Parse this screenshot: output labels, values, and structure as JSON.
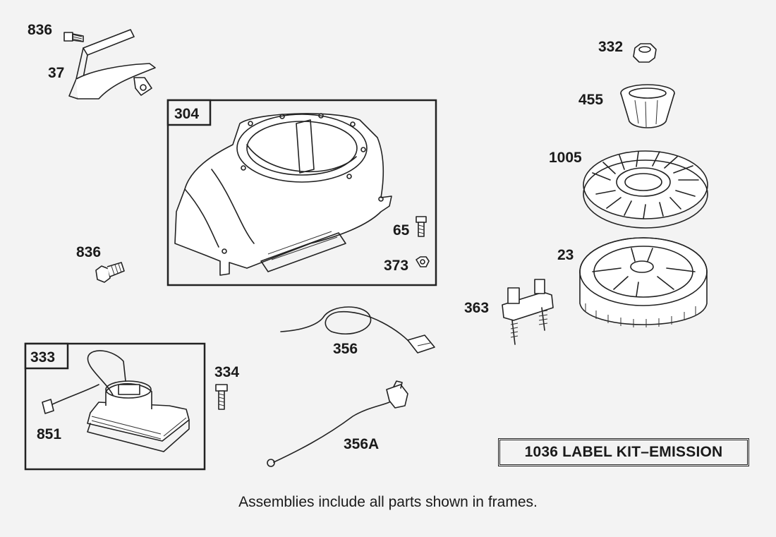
{
  "labels": {
    "p836_top": "836",
    "p37": "37",
    "p304": "304",
    "p65": "65",
    "p373": "373",
    "p836_mid": "836",
    "p332": "332",
    "p455": "455",
    "p1005": "1005",
    "p23": "23",
    "p363": "363",
    "p356": "356",
    "p356a": "356A",
    "p333": "333",
    "p334": "334",
    "p851": "851"
  },
  "kit_label": "1036 LABEL KIT–EMISSION",
  "footnote": "Assemblies include all parts shown in frames."
}
